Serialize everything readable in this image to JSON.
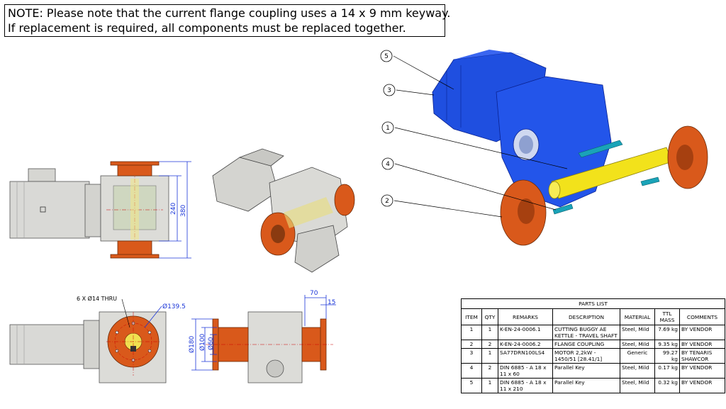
{
  "note": {
    "line1": "NOTE: Please note that the current flange coupling uses a 14 x 9 mm keyway.",
    "line2": "If replacement is required, all components must be replaced together."
  },
  "dimensions": {
    "d240": "240",
    "d380": "380",
    "holes": "6 X Ø14 THRU",
    "pcd": "Ø139.5",
    "d70": "70",
    "d15": "15",
    "d180": "Ø180",
    "d100": "Ø100",
    "d60": "Ø60"
  },
  "balloons": [
    "5",
    "3",
    "1",
    "4",
    "2"
  ],
  "parts_list": {
    "title": "PARTS LIST",
    "headers": [
      "ITEM",
      "QTY",
      "REMARKS",
      "DESCRIPTION",
      "MATERIAL",
      "TTL MASS",
      "COMMENTS"
    ],
    "rows": [
      {
        "item": "1",
        "qty": "1",
        "remarks": "K-EN-24-0006.1",
        "description": "CUTTING BUGGY AE KETTLE - TRAVEL SHAFT",
        "material": "Steel, Mild",
        "mass": "7.69 kg",
        "comments": "BY VENDOR"
      },
      {
        "item": "2",
        "qty": "2",
        "remarks": "K-EN-24-0006.2",
        "description": "FLANGE COUPLING",
        "material": "Steel, Mild",
        "mass": "9.35 kg",
        "comments": "BY VENDOR"
      },
      {
        "item": "3",
        "qty": "1",
        "remarks": "SA77DRN100LS4",
        "description": "MOTOR 2,2kW - 1450/51 [28.41/1]",
        "material": "Generic",
        "mass": "99.27 kg",
        "comments": "BY TENARIS SHAWCOR"
      },
      {
        "item": "4",
        "qty": "2",
        "remarks": "DIN 6885 - A 18 x 11 x 60",
        "description": "Parallel Key",
        "material": "Steel, Mild",
        "mass": "0.17 kg",
        "comments": "BY VENDOR"
      },
      {
        "item": "5",
        "qty": "1",
        "remarks": "DIN 6885 - A 18 x 11 x 210",
        "description": "Parallel Key",
        "material": "Steel, Mild",
        "mass": "0.32 kg",
        "comments": "BY VENDOR"
      }
    ]
  },
  "colors": {
    "flange": "#d9591b",
    "motor_blue": "#1f4fe0",
    "shaft_yellow": "#f2e21b",
    "key_teal": "#1aa3b8",
    "body_grey": "#d9d9d6",
    "dim_blue": "#1a35d8"
  }
}
